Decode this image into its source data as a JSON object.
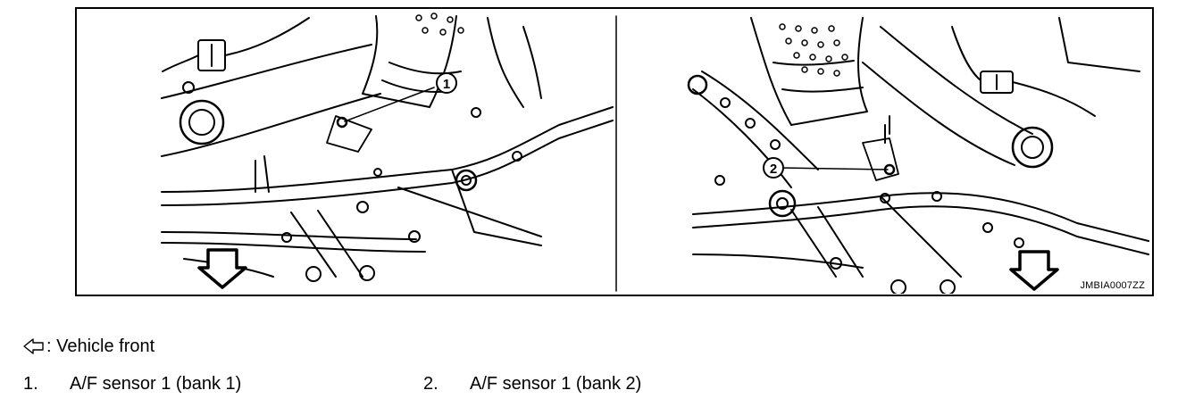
{
  "figure": {
    "code": "JMBIA0007ZZ",
    "callouts": [
      {
        "id": "1"
      },
      {
        "id": "2"
      }
    ],
    "icons": [
      "front-arrow-icon",
      "front-arrow-icon"
    ]
  },
  "legend": {
    "front_label": ": Vehicle front",
    "front_icon": "outline-arrow-left-icon",
    "items": [
      {
        "num": "1.",
        "label": "A/F sensor 1 (bank 1)"
      },
      {
        "num": "2.",
        "label": "A/F sensor 1 (bank 2)"
      }
    ]
  },
  "colors": {
    "ink": "#000000",
    "paper": "#ffffff"
  }
}
